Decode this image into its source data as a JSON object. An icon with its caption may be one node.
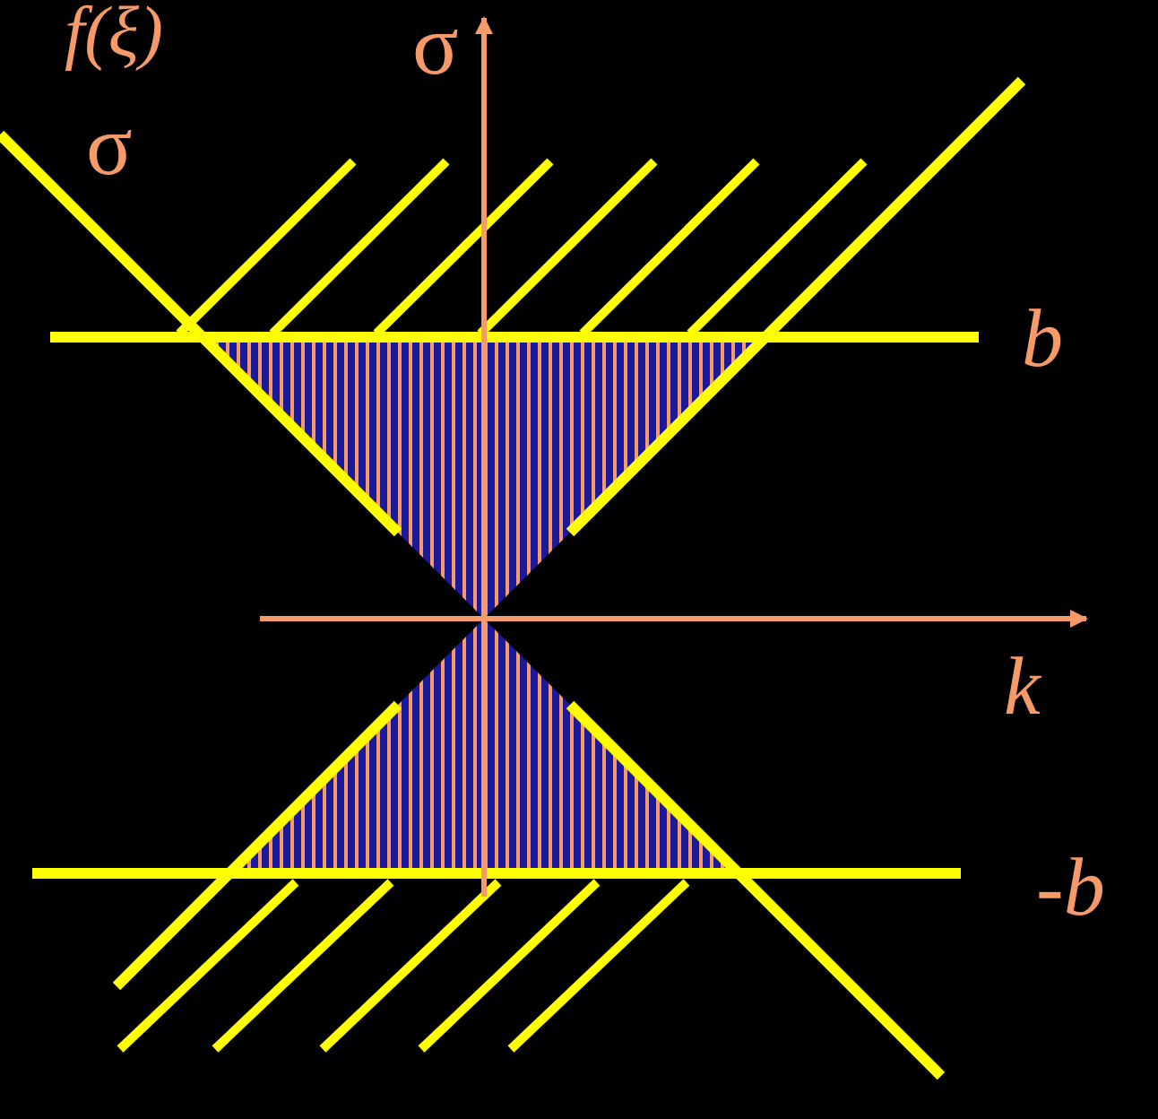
{
  "diagram": {
    "labels": [
      "f(ξ)",
      "σ",
      "σ",
      "b",
      "k",
      "-b"
    ]
  }
}
